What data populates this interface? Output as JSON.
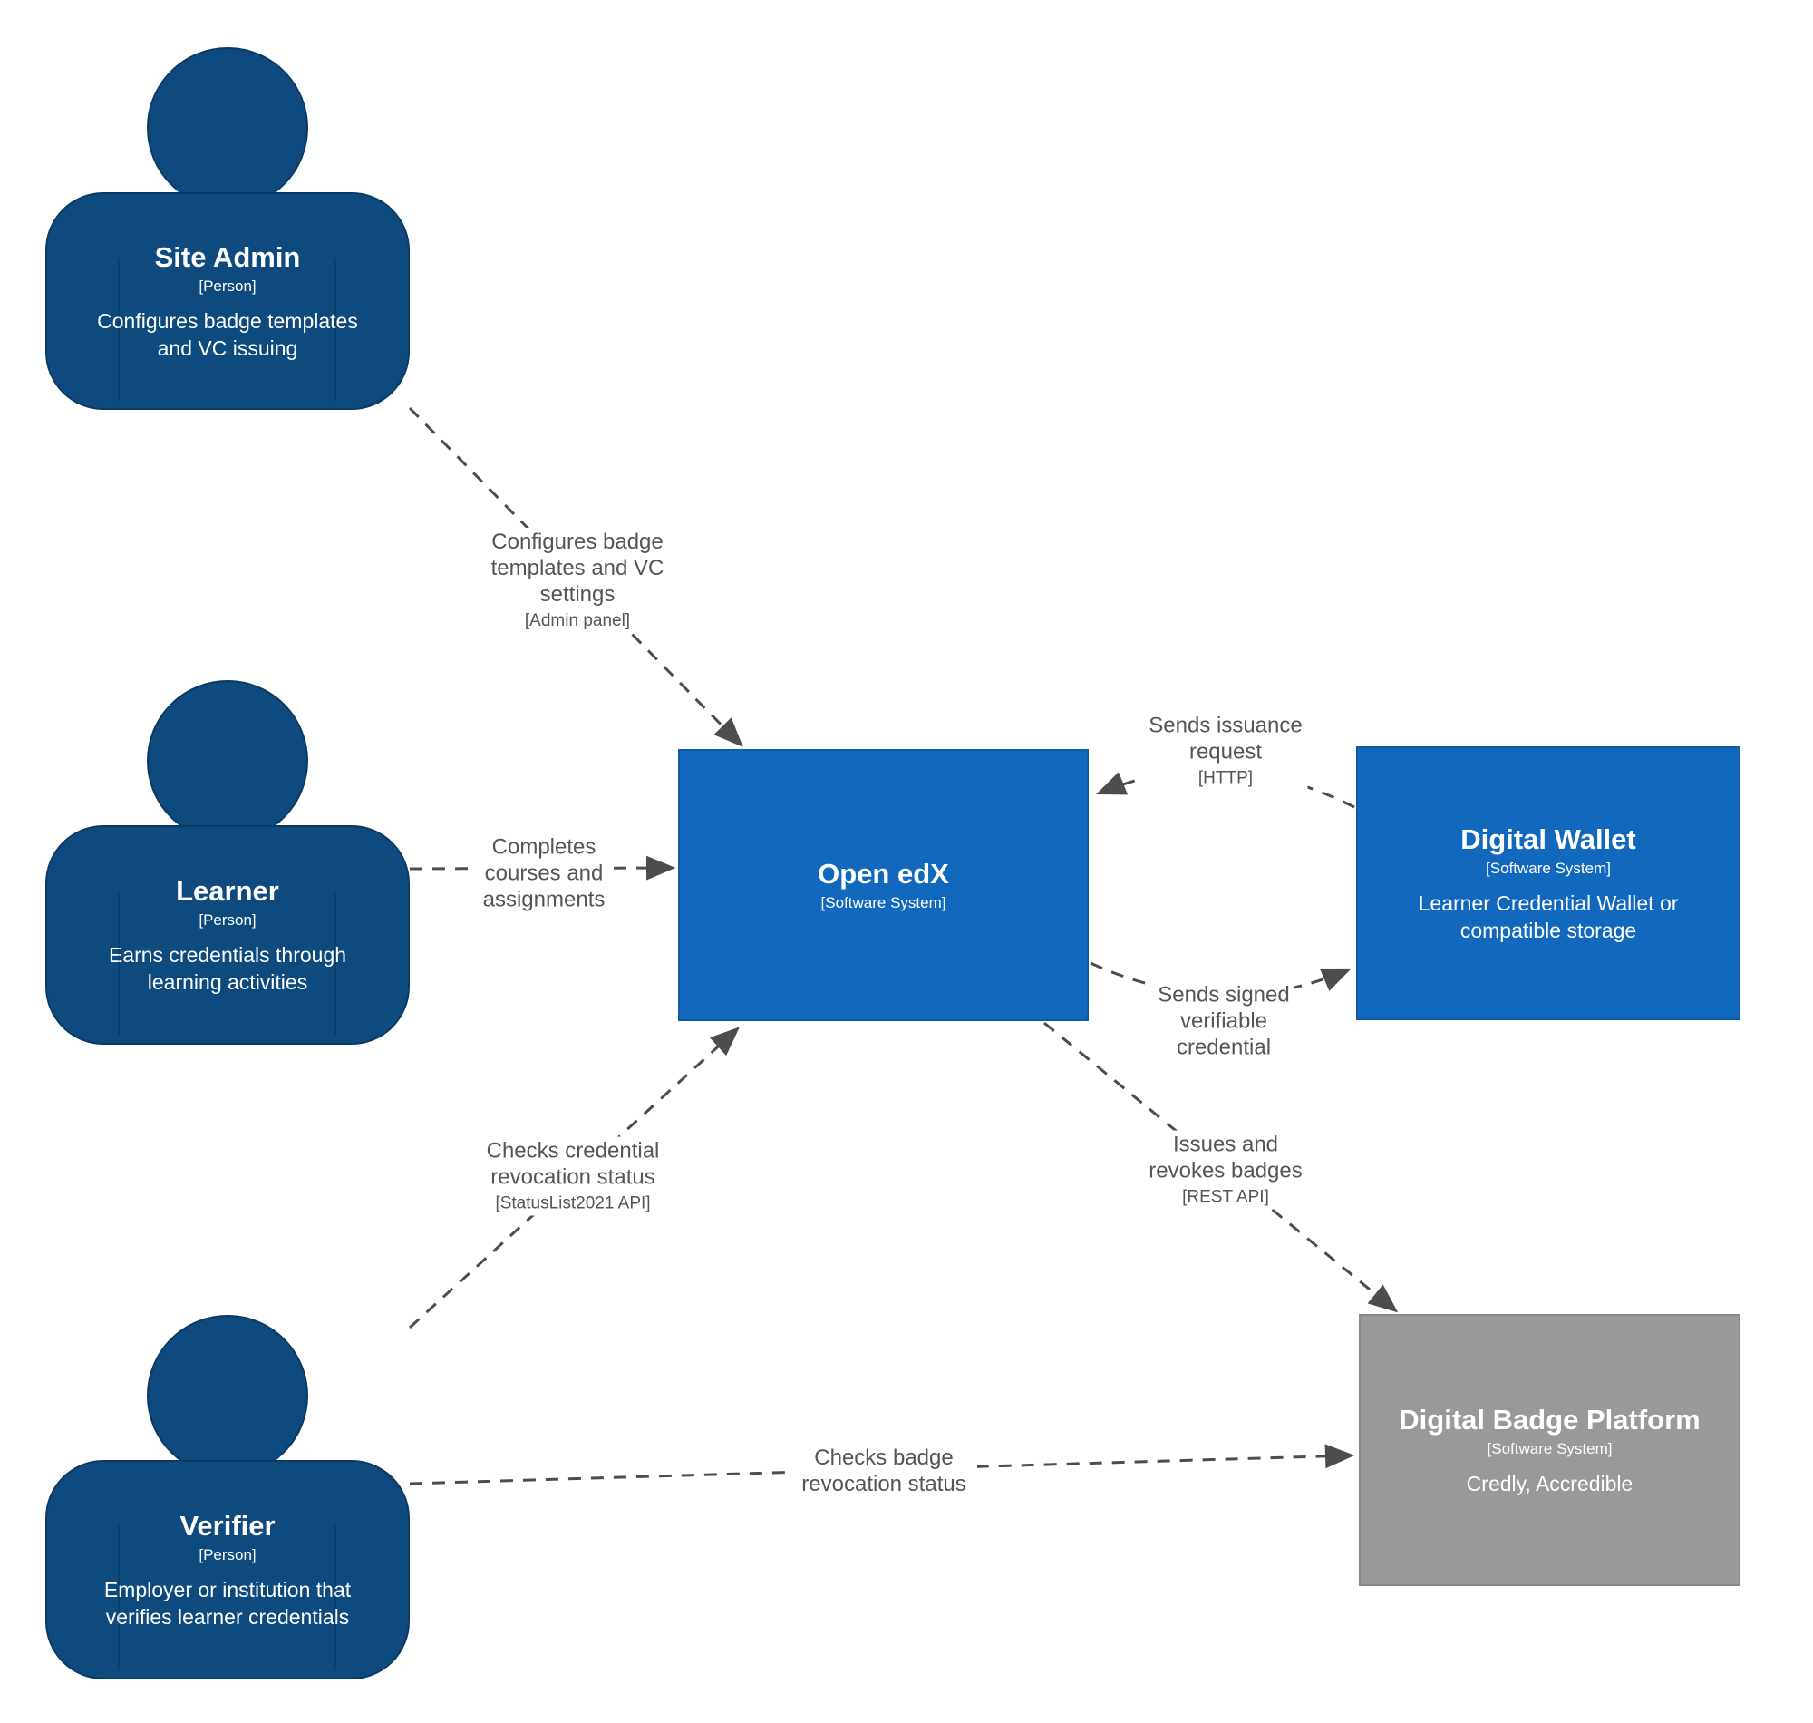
{
  "diagram": {
    "colors": {
      "person_fill": "#0e4a7d",
      "person_border": "#0a3a63",
      "system_fill": "#1168bd",
      "system_border": "#0e5aa7",
      "external_fill": "#999999",
      "external_border": "#8a8a8a",
      "edge_color": "#4d4d4d",
      "edge_label_color": "#555555"
    },
    "nodes": {
      "site_admin": {
        "name": "Site Admin",
        "meta": "[Person]",
        "description": "Configures badge templates and VC issuing"
      },
      "learner": {
        "name": "Learner",
        "meta": "[Person]",
        "description": "Earns credentials through learning activities"
      },
      "verifier": {
        "name": "Verifier",
        "meta": "[Person]",
        "description": "Employer or institution that verifies learner credentials"
      },
      "open_edx": {
        "name": "Open edX",
        "meta": "[Software System]"
      },
      "digital_wallet": {
        "name": "Digital Wallet",
        "meta": "[Software System]",
        "description": "Learner Credential Wallet or compatible storage"
      },
      "badge_platform": {
        "name": "Digital Badge Platform",
        "meta": "[Software System]",
        "description": "Credly, Accredible"
      }
    },
    "edges": {
      "admin_to_edx": {
        "label": "Configures badge templates and VC settings",
        "meta": "[Admin panel]"
      },
      "learner_to_edx": {
        "label": "Completes courses and assignments"
      },
      "wallet_to_edx": {
        "label": "Sends issuance request",
        "meta": "[HTTP]"
      },
      "edx_to_wallet": {
        "label": "Sends signed verifiable credential"
      },
      "edx_to_badge": {
        "label": "Issues and revokes badges",
        "meta": "[REST API]"
      },
      "verifier_to_edx": {
        "label": "Checks credential revocation status",
        "meta": "[StatusList2021 API]"
      },
      "verifier_to_badge": {
        "label": "Checks badge revocation status"
      }
    }
  }
}
